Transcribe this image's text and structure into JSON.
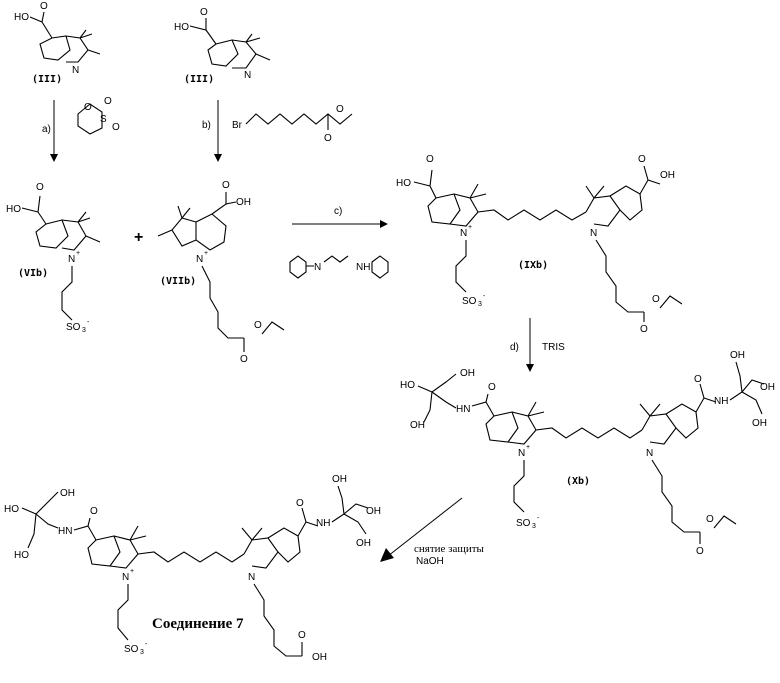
{
  "compounds": {
    "III_a": "(III)",
    "III_b": "(III)",
    "VIb": "(VIb)",
    "VIIb": "(VIIb)",
    "IXb": "(IXb)",
    "Xb": "(Xb)",
    "final": "Соединение 7"
  },
  "steps": {
    "a": "a)",
    "b": "b)",
    "c": "c)",
    "d": "d)",
    "tris": "TRIS",
    "deprotect_line1": "снятие защиты",
    "deprotect_line2": "NaOH"
  },
  "atoms": {
    "ho": "HO",
    "oh": "OH",
    "o": "O",
    "n": "N",
    "nplus": "N",
    "plus": "+",
    "nh": "NH",
    "hn": "HN",
    "br": "Br",
    "s": "S",
    "so3": "SO",
    "sub3": "3",
    "minus": "-",
    "plus_sign": "+"
  }
}
